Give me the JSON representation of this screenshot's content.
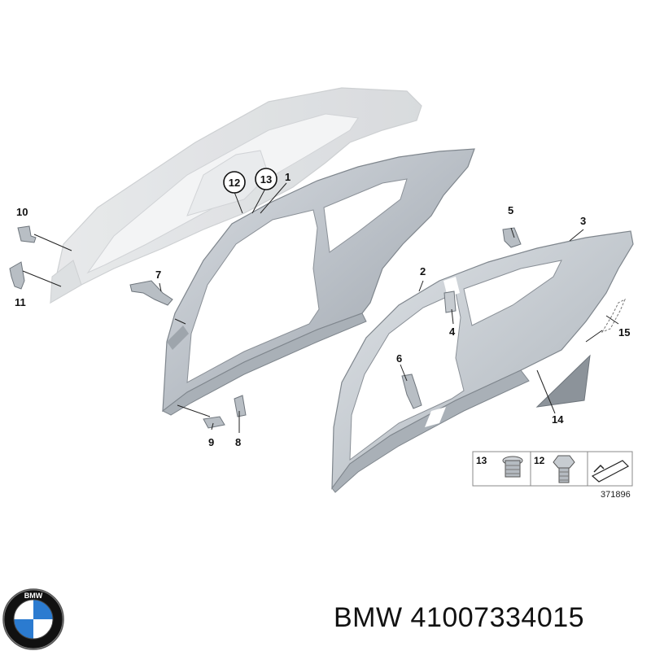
{
  "diagram": {
    "callouts": {
      "c1": "1",
      "c2": "2",
      "c3": "3",
      "c4": "4",
      "c5": "5",
      "c6": "6",
      "c7": "7",
      "c8": "8",
      "c9": "9",
      "c10": "10",
      "c11": "11",
      "c12": "12",
      "c13": "13",
      "c14": "14",
      "c15": "15"
    },
    "legend": {
      "item13": "13",
      "item12": "12"
    },
    "reference_number": "371896"
  },
  "brand": {
    "name": "BMW",
    "part_number": "41007334015",
    "logo_text": "BMW",
    "logo_colors": {
      "ring": "#111111",
      "blue": "#2b7bd0",
      "white": "#ffffff"
    }
  }
}
